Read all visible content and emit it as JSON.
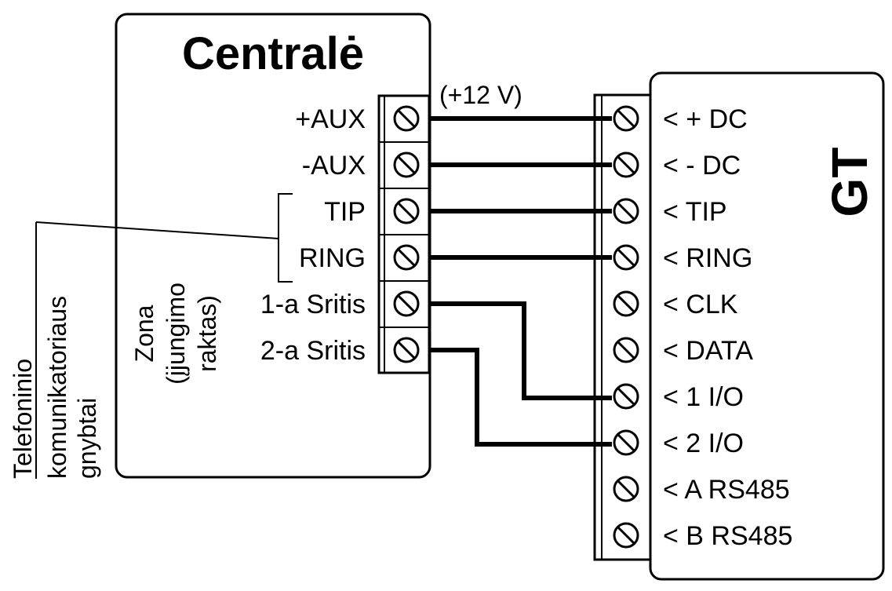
{
  "central": {
    "title": "Centralė",
    "terminals": [
      "+AUX",
      "-AUX",
      "TIP",
      "RING",
      "1-a Sritis",
      "2-a Sritis"
    ]
  },
  "voltage_note": "(+12 V)",
  "zone_note": [
    "Zona",
    "(įjungimo",
    "raktas)"
  ],
  "telephone_note": [
    "Telefoninio",
    "komunikatoriaus",
    "gnybtai"
  ],
  "module": {
    "title": "GT",
    "terminals": [
      "< + DC",
      "< - DC",
      "< TIP",
      "< RING",
      "< CLK",
      "< DATA",
      "< 1 I/O",
      "< 2 I/O",
      "< A RS485",
      "< B RS485"
    ]
  }
}
